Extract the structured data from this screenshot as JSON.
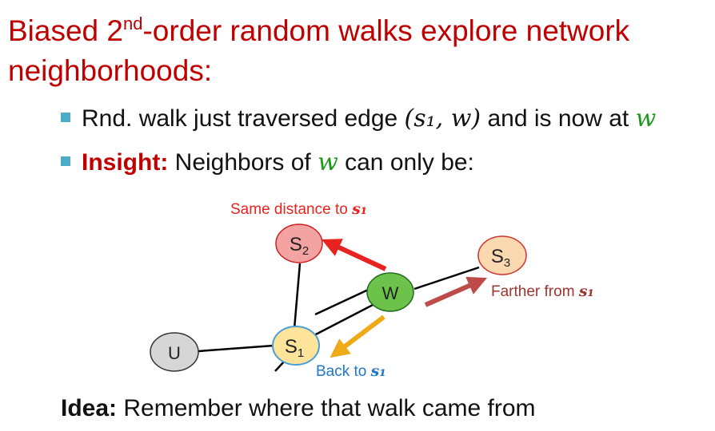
{
  "slide": {
    "title_pre": "Biased 2",
    "title_sup": "nd",
    "title_post": "-order random walks explore network neighborhoods:",
    "bullet1_pre": "Rnd. walk just traversed edge ",
    "bullet1_math": "(s₁, w)",
    "bullet1_mid": " and is now at ",
    "bullet1_w": "w",
    "bullet2_label": "Insight:",
    "bullet2_pre": " Neighbors of ",
    "bullet2_w": "w",
    "bullet2_post": " can only be:",
    "idea_label": "Idea:",
    "idea_text": " Remember where that walk came from"
  },
  "diagram": {
    "nodes": {
      "s2": {
        "base": "S",
        "sub": "2"
      },
      "w": {
        "text": "W"
      },
      "s3": {
        "base": "S",
        "sub": "3"
      },
      "u": {
        "text": "U"
      },
      "s1": {
        "base": "S",
        "sub": "1"
      }
    },
    "annotations": {
      "same_distance": "Same distance to ",
      "farther": "Farther from ",
      "back": "Back to ",
      "s1_symbol": "s₁"
    },
    "colors": {
      "s2_fill": "#f4a3a3",
      "s2_stroke": "#cc2222",
      "w_fill": "#6cc24a",
      "w_stroke": "#1f6b1f",
      "s3_fill": "#fbd9b0",
      "s3_stroke": "#cc3333",
      "u_fill": "#d6d6d6",
      "u_stroke": "#333333",
      "s1_fill": "#fde49a",
      "s1_stroke": "#4a9fd8",
      "arrow_red": "#e8231f",
      "arrow_maroon": "#bf4a4a",
      "arrow_orange": "#efaa18",
      "label_red": "#e8231f",
      "label_maroon": "#a0342f",
      "label_blue": "#1f77c9"
    }
  }
}
